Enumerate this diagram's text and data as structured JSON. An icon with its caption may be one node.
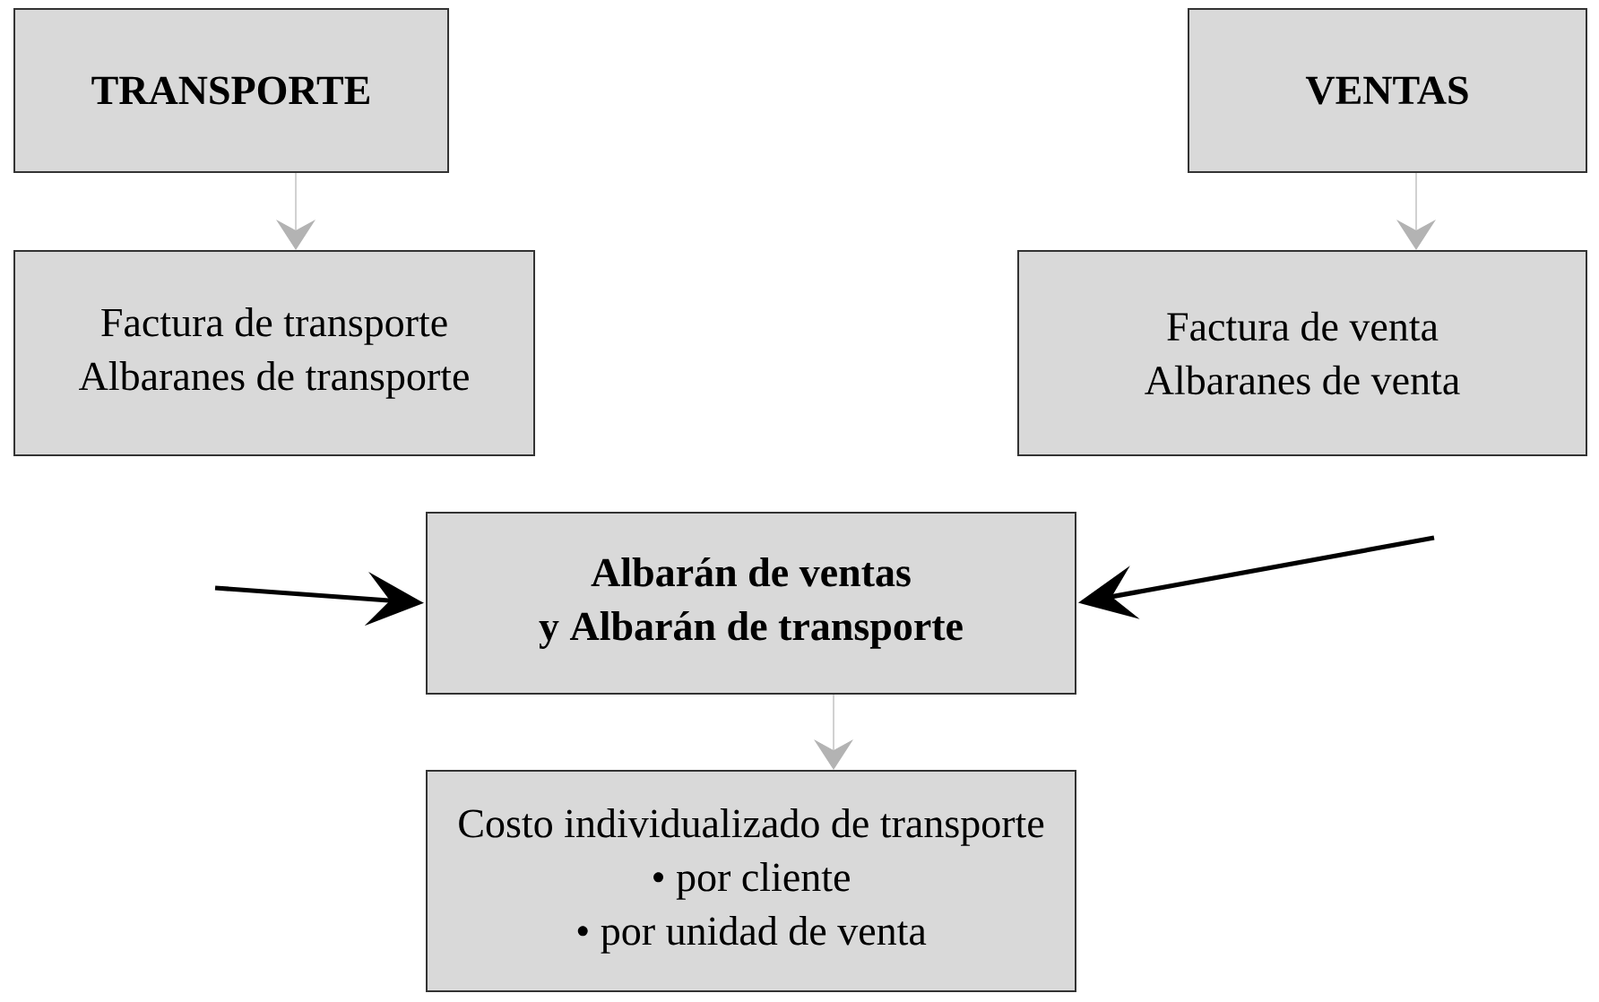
{
  "diagram": {
    "nodes": [
      {
        "text": [
          "TRANSPORTE"
        ]
      },
      {
        "text": [
          "VENTAS"
        ]
      },
      {
        "text": [
          "Factura  de transporte",
          "Albaranes de transporte"
        ]
      },
      {
        "text": [
          "Factura  de venta",
          "Albaranes de venta"
        ]
      },
      {
        "text": [
          "Albarán de ventas",
          "y Albarán de transporte"
        ]
      },
      {
        "text": [
          "Costo individualizado de transporte",
          "• por cliente",
          "• por unidad de venta"
        ]
      }
    ],
    "edges": [
      {
        "from": 0,
        "to": 2,
        "arrow": "to",
        "color": "#b3b3b3"
      },
      {
        "from": 1,
        "to": 3,
        "arrow": "to",
        "color": "#b3b3b3"
      },
      {
        "from": null,
        "to": 4,
        "arrow": "to",
        "style": "thick",
        "color": "#000000"
      },
      {
        "from": null,
        "to": 4,
        "arrow": "to",
        "style": "thick",
        "color": "#000000"
      },
      {
        "from": 4,
        "to": 5,
        "arrow": "to",
        "color": "#b3b3b3"
      }
    ]
  }
}
